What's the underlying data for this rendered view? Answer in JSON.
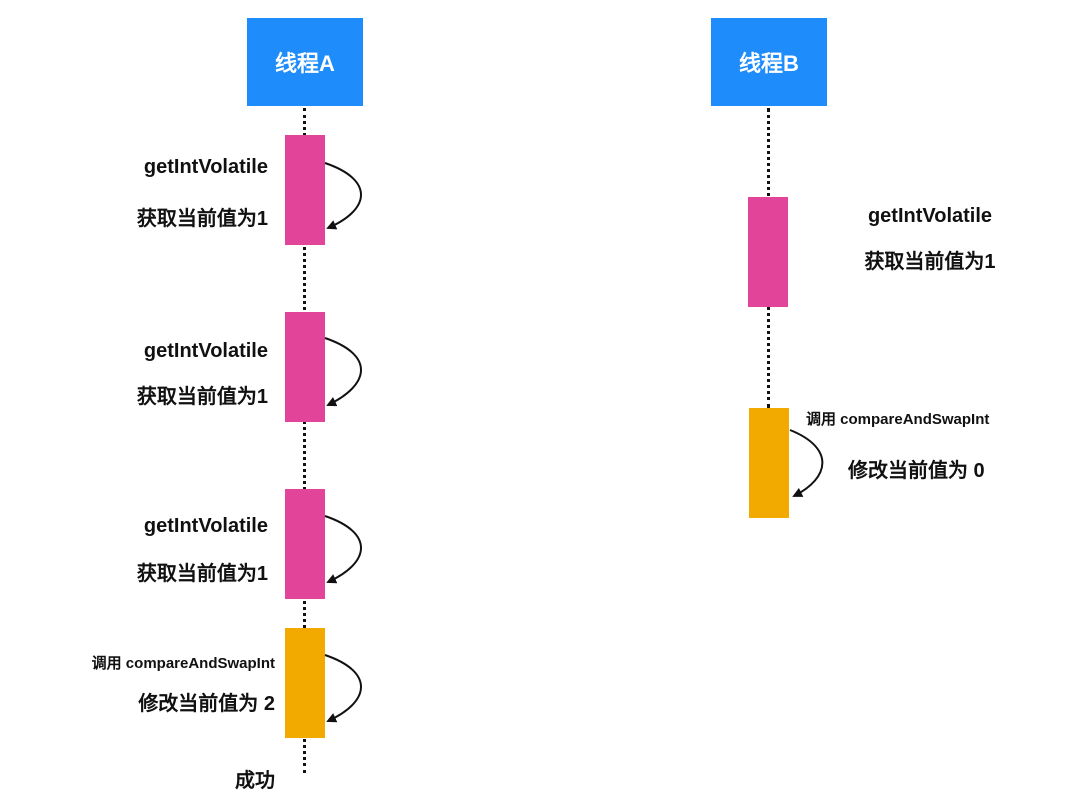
{
  "diagram": {
    "threads": [
      {
        "name": "线程A",
        "color": "#1E8CFA",
        "steps": [
          {
            "type": "read",
            "line1": "getIntVolatile",
            "line2": "获取当前值为1"
          },
          {
            "type": "read",
            "line1": "getIntVolatile",
            "line2": "获取当前值为1"
          },
          {
            "type": "read",
            "line1": "getIntVolatile",
            "line2": "获取当前值为1"
          },
          {
            "type": "cas",
            "line1": "调用 compareAndSwapInt",
            "line2": "修改当前值为 2"
          }
        ],
        "result": "成功"
      },
      {
        "name": "线程B",
        "color": "#1E8CFA",
        "steps": [
          {
            "type": "read",
            "line1": "getIntVolatile",
            "line2": "获取当前值为1"
          },
          {
            "type": "cas",
            "line1": "调用 compareAndSwapInt",
            "line2": "修改当前值为 0"
          }
        ]
      }
    ],
    "colors": {
      "read_block": "#E2449A",
      "cas_block": "#F2A900",
      "thread_header": "#1E8CFA"
    }
  }
}
